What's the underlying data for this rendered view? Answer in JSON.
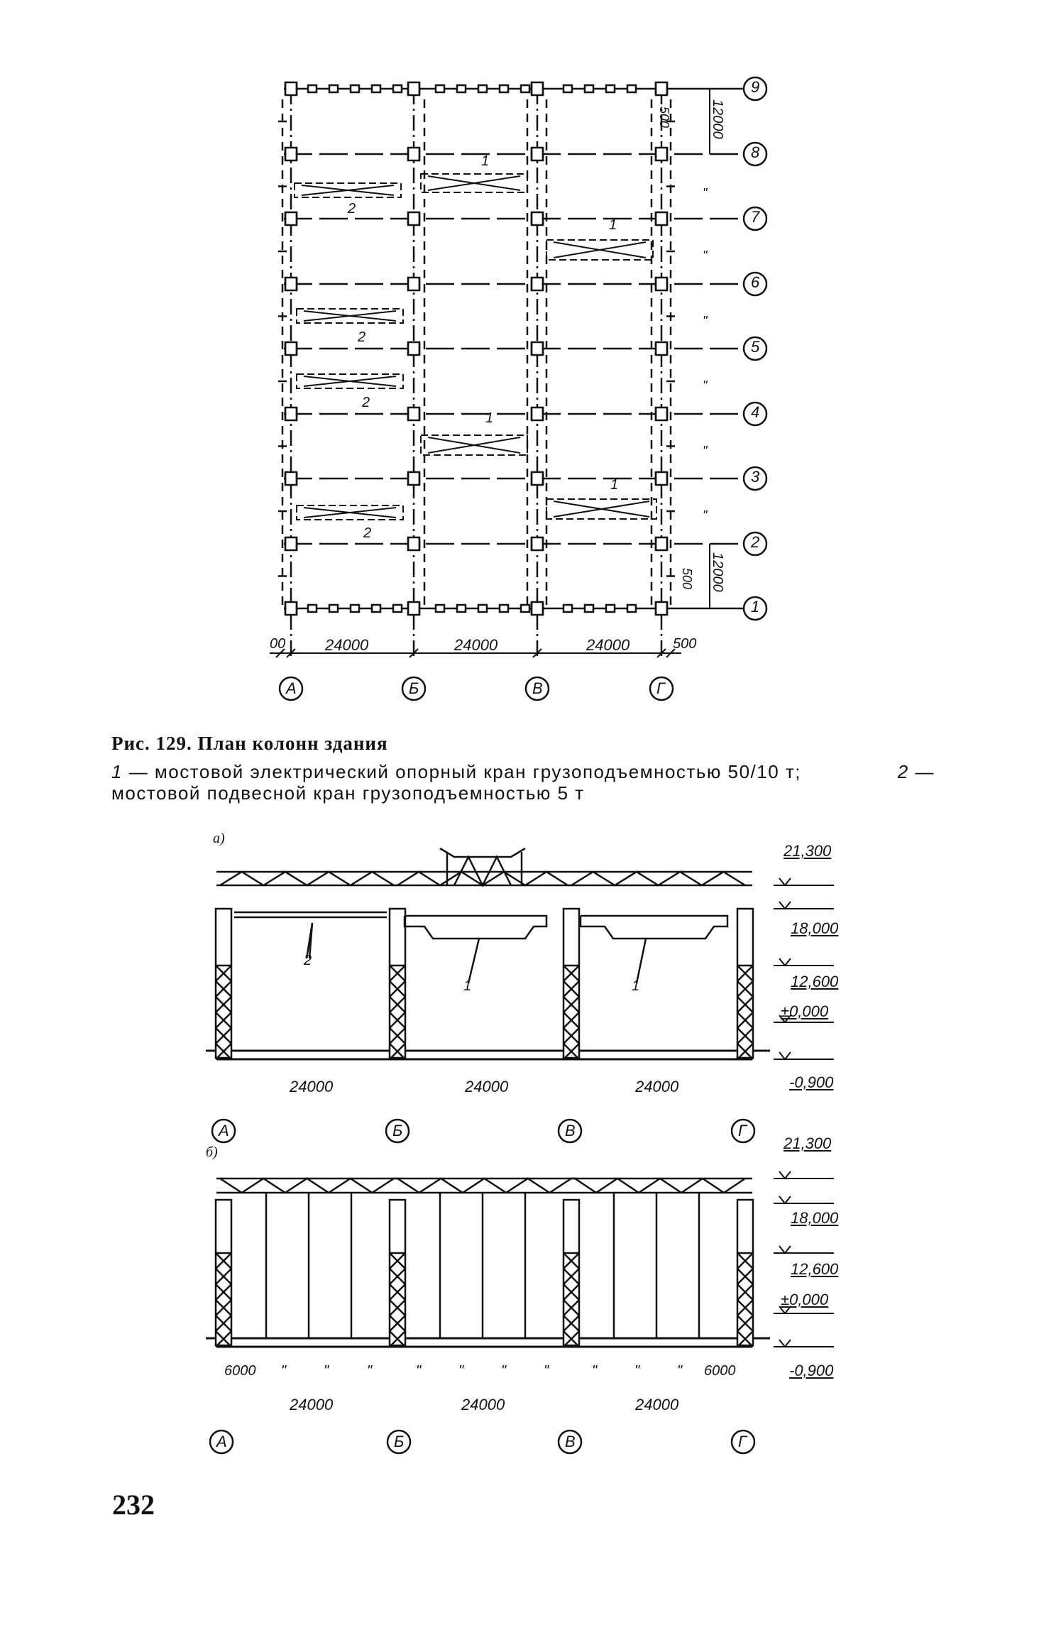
{
  "plan": {
    "row_axes": [
      "9",
      "8",
      "7",
      "6",
      "5",
      "4",
      "3",
      "2",
      "1"
    ],
    "col_axes": [
      "А",
      "Б",
      "В",
      "Г"
    ],
    "bay_dims": [
      "24000",
      "24000",
      "24000"
    ],
    "edge_left": "00",
    "edge_right": "500",
    "row_spacing": "12000",
    "offset": "500",
    "ditto": "\"",
    "crane1_label": "1",
    "crane2_label": "2"
  },
  "caption": {
    "title": "Рис. 129. План колонн здания",
    "line1_num1": "1",
    "line1_text": " — мостовой электрический опорный кран грузоподъемностью 50/10 т; ",
    "line1_num2": "2",
    "line1_dash": " —",
    "line2_text": "мостовой подвесной кран грузоподъемностью 5 т"
  },
  "section_a": {
    "label": "а)",
    "levels": [
      "21,300",
      "18,000",
      "12,600",
      "±0,000",
      "-0,900"
    ],
    "bay_dims": [
      "24000",
      "24000",
      "24000"
    ],
    "col_axes": [
      "А",
      "Б",
      "В",
      "Г"
    ],
    "crane_labels": [
      "2",
      "1",
      "1"
    ]
  },
  "section_b": {
    "label": "б)",
    "levels": [
      "21,300",
      "18,000",
      "12,600",
      "±0,000",
      "-0,900"
    ],
    "sub_dims": [
      "6000",
      "\"",
      "\"",
      "\"",
      "\"",
      "\"",
      "\"",
      "\"",
      "\"",
      "\"",
      "\"",
      "6000"
    ],
    "bay_dims": [
      "24000",
      "24000",
      "24000"
    ],
    "col_axes": [
      "А",
      "Б",
      "В",
      "Г"
    ]
  },
  "page_number": "232"
}
